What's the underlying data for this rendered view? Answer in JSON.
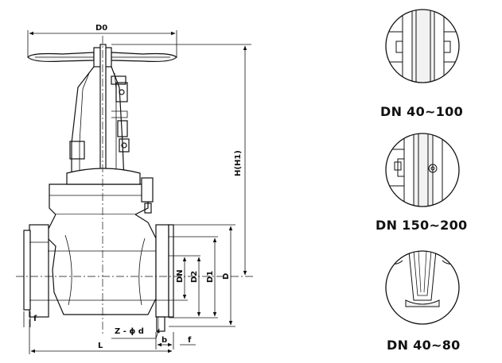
{
  "dimensions": {
    "d0": "D0",
    "h_h1": "H(H1)",
    "dn": "DN",
    "d2": "D2",
    "d1": "D1",
    "d": "D",
    "f_left": "f",
    "z_phi_d": "Z - ϕ d",
    "b": "b",
    "f_right": "f",
    "l": "L"
  },
  "details": [
    {
      "caption": "DN 40~100"
    },
    {
      "caption": "DN 150~200"
    },
    {
      "caption": "DN 40~80"
    }
  ]
}
